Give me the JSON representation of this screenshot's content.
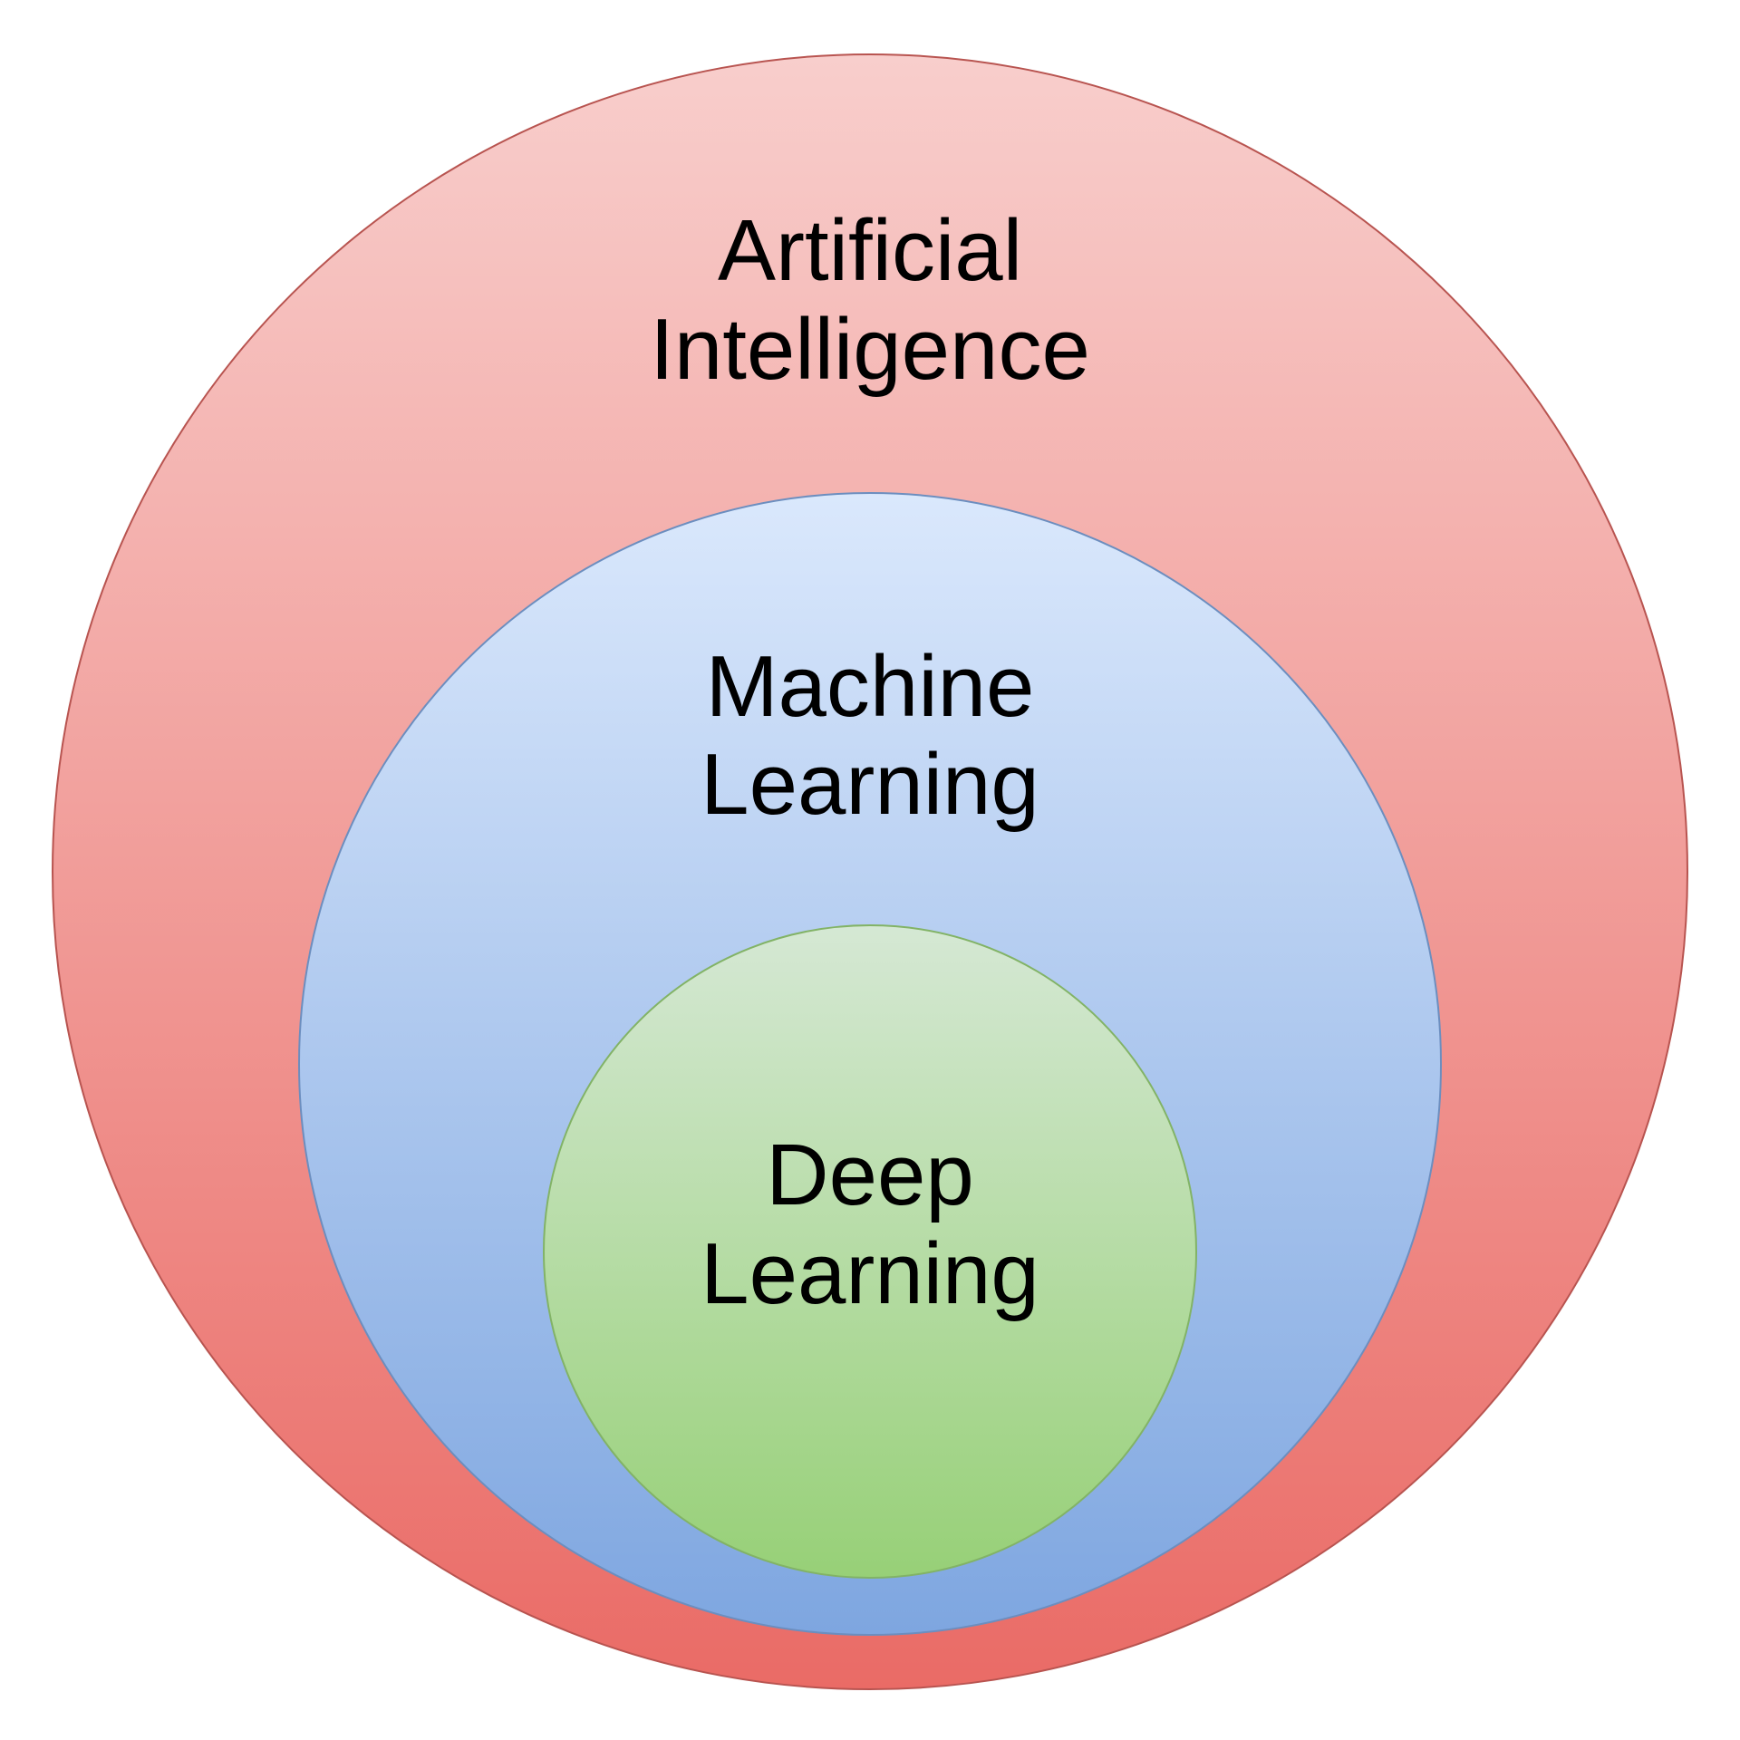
{
  "diagram": {
    "outer": {
      "line1": "Artificial",
      "line2": "Intelligence",
      "fill_top": "#f8cecc",
      "fill_bottom": "#ea6b66",
      "stroke": "#b85450"
    },
    "middle": {
      "line1": "Machine",
      "line2": "Learning",
      "fill_top": "#dae8fc",
      "fill_bottom": "#7ea6e0",
      "stroke": "#6c8ebf"
    },
    "inner": {
      "line1": "Deep",
      "line2": "Learning",
      "fill_top": "#d5e8d4",
      "fill_bottom": "#97d077",
      "stroke": "#82b366"
    }
  }
}
